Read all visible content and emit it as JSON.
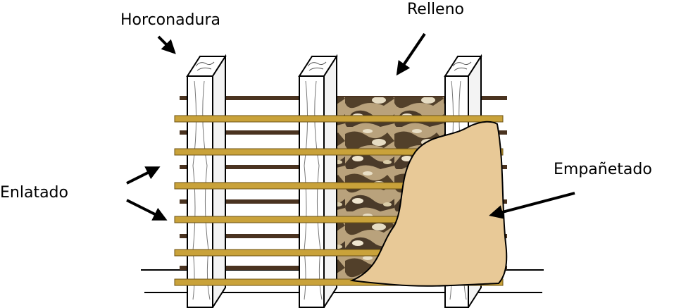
{
  "labels": {
    "horconadura": "Horconadura",
    "relleno": "Relleno",
    "enlatado": "Enlatado",
    "empanetado": "Empañetado"
  },
  "colors": {
    "slat": "#c9a23a",
    "slat_edge": "#6b5216",
    "back_strip": "#4a3320",
    "post_face": "#ffffff",
    "post_outline": "#000000",
    "fill_dark": "#3f2f1c",
    "fill_light": "#cdbb98",
    "plaster": "#e8c997",
    "ground_line": "#000000"
  },
  "icons": [
    "arrow-icon",
    "wood-grain-icon"
  ]
}
